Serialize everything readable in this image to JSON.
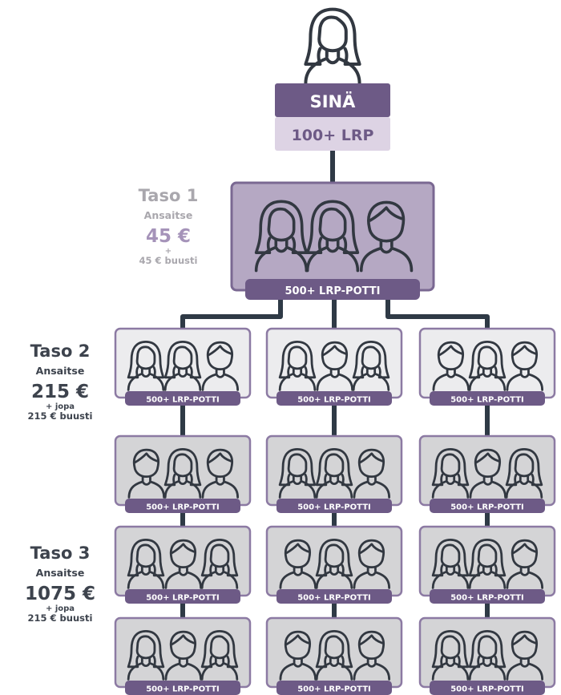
{
  "you": {
    "label": "SINÄ",
    "points": "100+ LRP"
  },
  "pot_label": "500+ LRP-POTTI",
  "levels": [
    {
      "title": "Taso 1",
      "earn": "Ansaitse",
      "amount": "45 €",
      "plus": "+",
      "boost": "45 € buusti"
    },
    {
      "title": "Taso 2",
      "earn": "Ansaitse",
      "amount": "215 €",
      "plus": "+ jopa",
      "boost": "215 € buusti"
    },
    {
      "title": "Taso 3",
      "earn": "Ansaitse",
      "amount": "1075 €",
      "plus": "+ jopa",
      "boost": "215 € buusti"
    }
  ],
  "groups": {
    "level1": [
      "female",
      "female",
      "male"
    ],
    "level2_row1": [
      [
        "female",
        "female",
        "male"
      ],
      [
        "female",
        "male",
        "female"
      ],
      [
        "male",
        "female",
        "male"
      ]
    ],
    "level2_row2": [
      [
        "male",
        "female",
        "male"
      ],
      [
        "female",
        "female",
        "male"
      ],
      [
        "female",
        "male",
        "female"
      ]
    ],
    "level3_row1": [
      [
        "female",
        "male",
        "female"
      ],
      [
        "male",
        "female",
        "male"
      ],
      [
        "female",
        "female",
        "male"
      ]
    ],
    "level3_row2": [
      [
        "female",
        "male",
        "female"
      ],
      [
        "male",
        "female",
        "male"
      ],
      [
        "female",
        "female",
        "male"
      ]
    ]
  },
  "colors": {
    "connector": "#2f3a46",
    "purple_dark": "#6d5a86",
    "purple_light": "#ddd3e4",
    "level1_box": "#b5a8c3",
    "level1_border": "#7a6892",
    "box_light": "#ececee",
    "box_grey": "#d4d4d6",
    "box_border": "#8c7aa3",
    "icon_stroke": "#323841"
  }
}
